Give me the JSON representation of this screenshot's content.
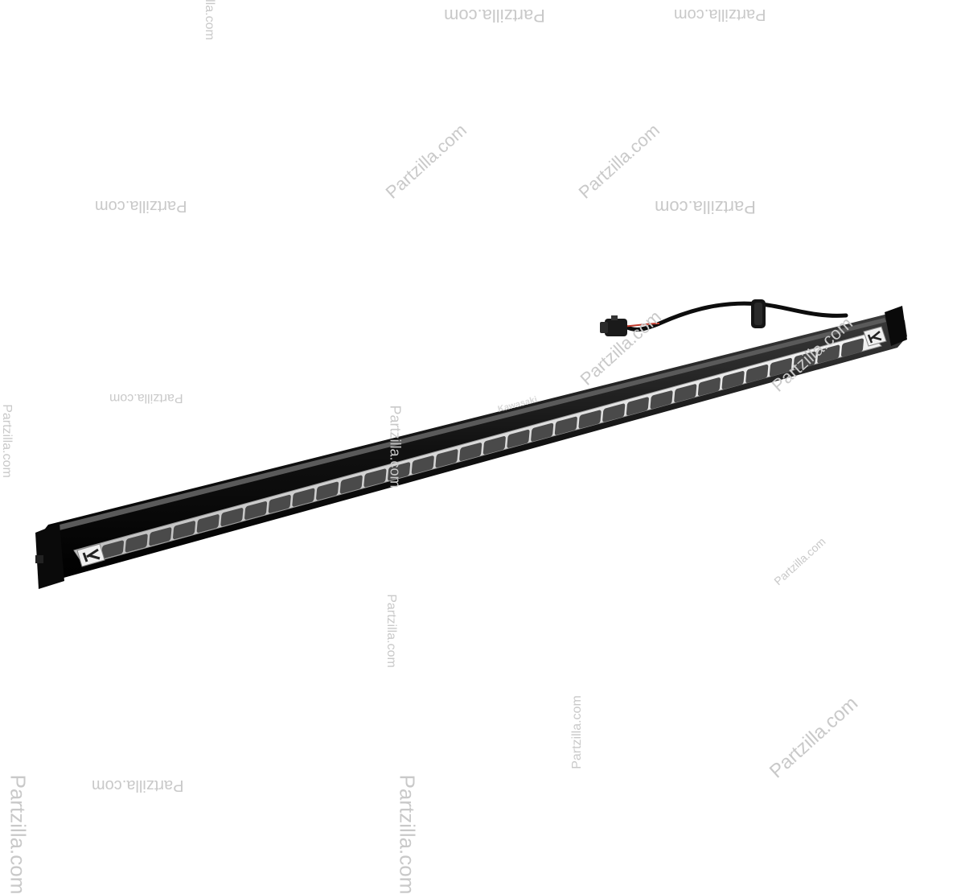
{
  "image": {
    "subject": "LED light bar",
    "background_color": "#ffffff",
    "housing_color": "#141414",
    "lens_color": "#e6e6e6",
    "led_count": 32
  },
  "product_brand": "Kawasaki",
  "watermark": {
    "text": "Partzilla.com",
    "color": "#c9c9c9"
  }
}
